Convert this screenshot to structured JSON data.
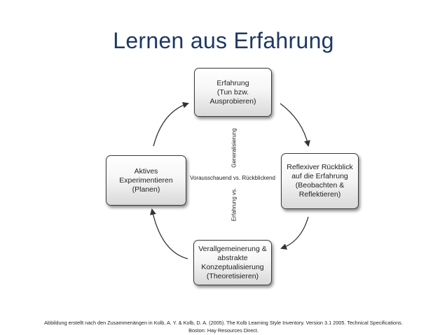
{
  "title": "Lernen aus Erfahrung",
  "boxes": {
    "top": "Erfahrung\n(Tun bzw.\nAusprobieren)",
    "right": "Reflexiver Rückblick\nauf die Erfahrung\n(Beobachten &\nReflektieren)",
    "bottom": "Verallgemeinerung &\nabstrakte\nKonzeptualisierung\n(Theoretisieren)",
    "left": "Aktives\nExperimentieren\n(Planen)"
  },
  "axes": {
    "horizontal": "Vorausschauend vs. Rückblickend",
    "vertical_top": "Generalisierung",
    "vertical_bottom": "Erfahrung vs."
  },
  "caption": {
    "line1": "Abbildung erstellt nach den Zusammenängen in Kolb, A. Y. & Kolb, D. A. (2005). The Kolb Learning Style Inventory. Version 3.1 2005. Technical Specifications.",
    "line2": "Boston: Hay Resources Direct."
  }
}
